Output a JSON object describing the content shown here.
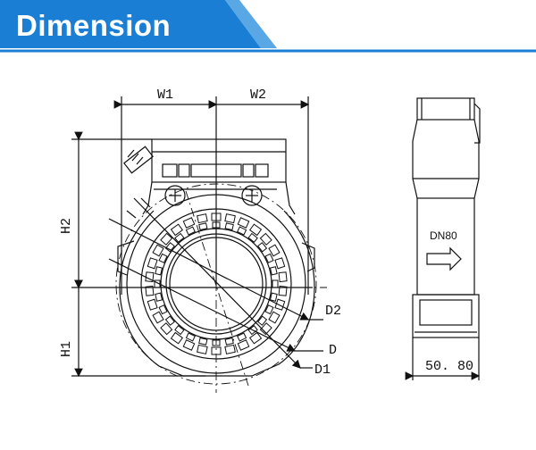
{
  "header": {
    "title": "Dimension"
  },
  "front_view": {
    "labels": {
      "w1": "W1",
      "w2": "W2",
      "h1": "H1",
      "h2": "H2",
      "d": "D",
      "d1": "D1",
      "d2": "D2"
    }
  },
  "side_view": {
    "pipe_label": "DN80",
    "width_label": "50. 80"
  },
  "colors": {
    "banner_blue": "#1a7fd4",
    "banner_dark": "#1565b0",
    "line": "#111111"
  }
}
